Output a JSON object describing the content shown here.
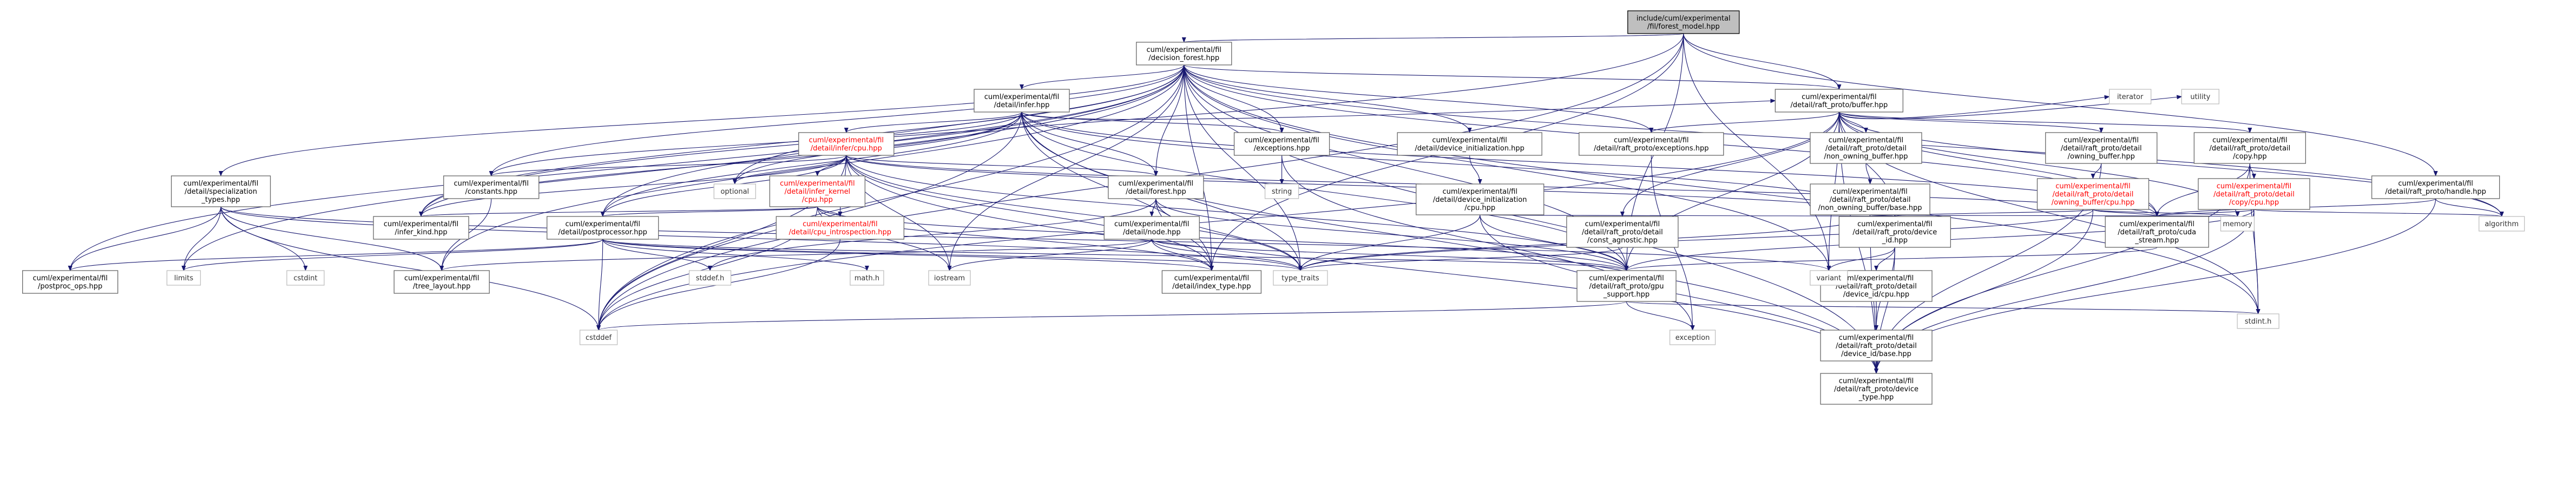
{
  "title": "include/cuml/experimental/fil/forest_model.hpp",
  "colors": {
    "edge": "#191970",
    "root_fill": "#bfbfbf",
    "node_border": "#666666",
    "missing_text": "#ff0000"
  },
  "nodes": [
    {
      "id": "root",
      "lines": [
        "include/cuml/experimental",
        "/fil/forest_model.hpp"
      ],
      "kind": "root"
    },
    {
      "id": "decision_forest",
      "lines": [
        "cuml/experimental/fil",
        "/decision_forest.hpp"
      ]
    },
    {
      "id": "infer",
      "lines": [
        "cuml/experimental/fil",
        "/detail/infer.hpp"
      ]
    },
    {
      "id": "raft_buffer",
      "lines": [
        "cuml/experimental/fil",
        "/detail/raft_proto/buffer.hpp"
      ]
    },
    {
      "id": "spec_types",
      "lines": [
        "cuml/experimental/fil",
        "/detail/specialization",
        "_types.hpp"
      ]
    },
    {
      "id": "infer_cpu",
      "lines": [
        "cuml/experimental/fil",
        "/detail/infer/cpu.hpp"
      ],
      "kind": "missing"
    },
    {
      "id": "exceptions",
      "lines": [
        "cuml/experimental/fil",
        "/exceptions.hpp"
      ]
    },
    {
      "id": "dev_init",
      "lines": [
        "cuml/experimental/fil",
        "/detail/device_initialization.hpp"
      ]
    },
    {
      "id": "rp_exceptions",
      "lines": [
        "cuml/experimental/fil",
        "/detail/raft_proto/exceptions.hpp"
      ]
    },
    {
      "id": "non_owning",
      "lines": [
        "cuml/experimental/fil",
        "/detail/raft_proto/detail",
        "/non_owning_buffer.hpp"
      ]
    },
    {
      "id": "owning_buffer",
      "lines": [
        "cuml/experimental/fil",
        "/detail/raft_proto/detail",
        "/owning_buffer.hpp"
      ]
    },
    {
      "id": "copy",
      "lines": [
        "cuml/experimental/fil",
        "/detail/raft_proto/detail",
        "/copy.hpp"
      ]
    },
    {
      "id": "handle",
      "lines": [
        "cuml/experimental/fil",
        "/detail/raft_proto/handle.hpp"
      ]
    },
    {
      "id": "constants",
      "lines": [
        "cuml/experimental/fil",
        "/constants.hpp"
      ]
    },
    {
      "id": "infer_kernel_cpu",
      "lines": [
        "cuml/experimental/fil",
        "/detail/infer_kernel",
        "/cpu.hpp"
      ],
      "kind": "missing"
    },
    {
      "id": "forest",
      "lines": [
        "cuml/experimental/fil",
        "/detail/forest.hpp"
      ]
    },
    {
      "id": "dev_init_cpu",
      "lines": [
        "cuml/experimental/fil",
        "/detail/device_initialization",
        "/cpu.hpp"
      ]
    },
    {
      "id": "non_owning_base",
      "lines": [
        "cuml/experimental/fil",
        "/detail/raft_proto/detail",
        "/non_owning_buffer/base.hpp"
      ]
    },
    {
      "id": "owning_cpu",
      "lines": [
        "cuml/experimental/fil",
        "/detail/raft_proto/detail",
        "/owning_buffer/cpu.hpp"
      ],
      "kind": "missing"
    },
    {
      "id": "copy_cpu",
      "lines": [
        "cuml/experimental/fil",
        "/detail/raft_proto/detail",
        "/copy/cpu.hpp"
      ],
      "kind": "missing"
    },
    {
      "id": "infer_kind",
      "lines": [
        "cuml/experimental/fil",
        "/infer_kind.hpp"
      ]
    },
    {
      "id": "postprocessor",
      "lines": [
        "cuml/experimental/fil",
        "/detail/postprocessor.hpp"
      ]
    },
    {
      "id": "cpu_introspection",
      "lines": [
        "cuml/experimental/fil",
        "/detail/cpu_introspection.hpp"
      ],
      "kind": "missing"
    },
    {
      "id": "node",
      "lines": [
        "cuml/experimental/fil",
        "/detail/node.hpp"
      ]
    },
    {
      "id": "const_agnostic",
      "lines": [
        "cuml/experimental/fil",
        "/detail/raft_proto/detail",
        "/const_agnostic.hpp"
      ]
    },
    {
      "id": "device_id",
      "lines": [
        "cuml/experimental/fil",
        "/detail/raft_proto/device",
        "_id.hpp"
      ]
    },
    {
      "id": "cuda_stream",
      "lines": [
        "cuml/experimental/fil",
        "/detail/raft_proto/cuda",
        "_stream.hpp"
      ]
    },
    {
      "id": "postproc_ops",
      "lines": [
        "cuml/experimental/fil",
        "/postproc_ops.hpp"
      ]
    },
    {
      "id": "tree_layout",
      "lines": [
        "cuml/experimental/fil",
        "/tree_layout.hpp"
      ]
    },
    {
      "id": "index_type",
      "lines": [
        "cuml/experimental/fil",
        "/detail/index_type.hpp"
      ]
    },
    {
      "id": "gpu_support",
      "lines": [
        "cuml/experimental/fil",
        "/detail/raft_proto/gpu",
        "_support.hpp"
      ]
    },
    {
      "id": "device_id_cpu",
      "lines": [
        "cuml/experimental/fil",
        "/detail/raft_proto/detail",
        "/device_id/cpu.hpp"
      ]
    },
    {
      "id": "device_id_base",
      "lines": [
        "cuml/experimental/fil",
        "/detail/raft_proto/detail",
        "/device_id/base.hpp"
      ]
    },
    {
      "id": "device_type",
      "lines": [
        "cuml/experimental/fil",
        "/detail/raft_proto/device",
        "_type.hpp"
      ]
    },
    {
      "id": "sys_iterator",
      "lines": [
        "iterator"
      ],
      "kind": "sys"
    },
    {
      "id": "sys_utility",
      "lines": [
        "utility"
      ],
      "kind": "sys"
    },
    {
      "id": "sys_string",
      "lines": [
        "string"
      ],
      "kind": "sys"
    },
    {
      "id": "sys_optional",
      "lines": [
        "optional"
      ],
      "kind": "sys"
    },
    {
      "id": "sys_memory",
      "lines": [
        "memory"
      ],
      "kind": "sys"
    },
    {
      "id": "sys_algorithm",
      "lines": [
        "algorithm"
      ],
      "kind": "sys"
    },
    {
      "id": "sys_limits",
      "lines": [
        "limits"
      ],
      "kind": "sys"
    },
    {
      "id": "sys_cstdint",
      "lines": [
        "cstdint"
      ],
      "kind": "sys"
    },
    {
      "id": "sys_mathh",
      "lines": [
        "math.h"
      ],
      "kind": "sys"
    },
    {
      "id": "sys_stddefh",
      "lines": [
        "stddef.h"
      ],
      "kind": "sys"
    },
    {
      "id": "sys_iostream",
      "lines": [
        "iostream"
      ],
      "kind": "sys"
    },
    {
      "id": "sys_type_traits",
      "lines": [
        "type_traits"
      ],
      "kind": "sys"
    },
    {
      "id": "sys_variant",
      "lines": [
        "variant"
      ],
      "kind": "sys"
    },
    {
      "id": "sys_stdinth",
      "lines": [
        "stdint.h"
      ],
      "kind": "sys"
    },
    {
      "id": "sys_cstddef",
      "lines": [
        "cstddef"
      ],
      "kind": "sys"
    },
    {
      "id": "sys_exception",
      "lines": [
        "exception"
      ],
      "kind": "sys"
    }
  ],
  "edges": [
    [
      "root",
      "decision_forest"
    ],
    [
      "root",
      "raft_buffer"
    ],
    [
      "root",
      "sys_cstddef"
    ],
    [
      "root",
      "gpu_support"
    ],
    [
      "root",
      "sys_variant"
    ],
    [
      "root",
      "index_type"
    ],
    [
      "root",
      "infer_kind"
    ],
    [
      "root",
      "handle"
    ],
    [
      "decision_forest",
      "infer"
    ],
    [
      "decision_forest",
      "spec_types"
    ],
    [
      "decision_forest",
      "exceptions"
    ],
    [
      "decision_forest",
      "dev_init"
    ],
    [
      "decision_forest",
      "rp_exceptions"
    ],
    [
      "decision_forest",
      "constants"
    ],
    [
      "decision_forest",
      "forest"
    ],
    [
      "decision_forest",
      "postprocessor"
    ],
    [
      "decision_forest",
      "postproc_ops"
    ],
    [
      "decision_forest",
      "tree_layout"
    ],
    [
      "decision_forest",
      "sys_optional"
    ],
    [
      "decision_forest",
      "sys_limits"
    ],
    [
      "decision_forest",
      "sys_type_traits"
    ],
    [
      "decision_forest",
      "sys_variant"
    ],
    [
      "decision_forest",
      "sys_stdinth"
    ],
    [
      "decision_forest",
      "sys_cstddef"
    ],
    [
      "decision_forest",
      "raft_buffer"
    ],
    [
      "decision_forest",
      "cuda_stream"
    ],
    [
      "decision_forest",
      "device_type"
    ],
    [
      "decision_forest",
      "sys_algorithm"
    ],
    [
      "decision_forest",
      "infer_kind"
    ],
    [
      "decision_forest",
      "gpu_support"
    ],
    [
      "decision_forest",
      "index_type"
    ],
    [
      "decision_forest",
      "sys_iostream"
    ],
    [
      "infer",
      "infer_cpu"
    ],
    [
      "infer",
      "exceptions"
    ],
    [
      "infer",
      "sys_optional"
    ],
    [
      "infer",
      "constants"
    ],
    [
      "infer",
      "forest"
    ],
    [
      "infer",
      "postprocessor"
    ],
    [
      "infer",
      "infer_kind"
    ],
    [
      "infer",
      "sys_type_traits"
    ],
    [
      "infer",
      "sys_cstddef"
    ],
    [
      "infer",
      "index_type"
    ],
    [
      "infer",
      "gpu_support"
    ],
    [
      "infer",
      "device_id"
    ],
    [
      "infer",
      "device_type"
    ],
    [
      "infer",
      "cuda_stream"
    ],
    [
      "infer",
      "raft_buffer"
    ],
    [
      "raft_buffer",
      "rp_exceptions"
    ],
    [
      "raft_buffer",
      "non_owning"
    ],
    [
      "raft_buffer",
      "owning_buffer"
    ],
    [
      "raft_buffer",
      "copy"
    ],
    [
      "raft_buffer",
      "const_agnostic"
    ],
    [
      "raft_buffer",
      "device_id"
    ],
    [
      "raft_buffer",
      "cuda_stream"
    ],
    [
      "raft_buffer",
      "device_type"
    ],
    [
      "raft_buffer",
      "gpu_support"
    ],
    [
      "raft_buffer",
      "sys_iterator"
    ],
    [
      "raft_buffer",
      "sys_utility"
    ],
    [
      "raft_buffer",
      "sys_memory"
    ],
    [
      "raft_buffer",
      "sys_variant"
    ],
    [
      "raft_buffer",
      "sys_stdinth"
    ],
    [
      "raft_buffer",
      "sys_algorithm"
    ],
    [
      "raft_buffer",
      "sys_cstddef"
    ],
    [
      "spec_types",
      "postproc_ops"
    ],
    [
      "spec_types",
      "tree_layout"
    ],
    [
      "spec_types",
      "sys_limits"
    ],
    [
      "spec_types",
      "sys_cstdint"
    ],
    [
      "spec_types",
      "sys_type_traits"
    ],
    [
      "spec_types",
      "sys_variant"
    ],
    [
      "spec_types",
      "sys_cstddef"
    ],
    [
      "infer_cpu",
      "infer_kernel_cpu"
    ],
    [
      "infer_cpu",
      "forest"
    ],
    [
      "infer_cpu",
      "postprocessor"
    ],
    [
      "infer_cpu",
      "constants"
    ],
    [
      "infer_cpu",
      "infer_kind"
    ],
    [
      "infer_cpu",
      "sys_optional"
    ],
    [
      "infer_cpu",
      "cpu_introspection"
    ],
    [
      "infer_cpu",
      "index_type"
    ],
    [
      "infer_cpu",
      "gpu_support"
    ],
    [
      "infer_cpu",
      "device_id"
    ],
    [
      "infer_cpu",
      "device_type"
    ],
    [
      "infer_cpu",
      "cuda_stream"
    ],
    [
      "infer_cpu",
      "sys_cstddef"
    ],
    [
      "infer_cpu",
      "sys_type_traits"
    ],
    [
      "infer_cpu",
      "sys_iostream"
    ],
    [
      "exceptions",
      "sys_string"
    ],
    [
      "exceptions",
      "sys_exception"
    ],
    [
      "dev_init",
      "dev_init_cpu"
    ],
    [
      "rp_exceptions",
      "sys_exception"
    ],
    [
      "non_owning",
      "non_owning_base"
    ],
    [
      "owning_buffer",
      "owning_cpu"
    ],
    [
      "owning_buffer",
      "device_type"
    ],
    [
      "copy",
      "copy_cpu"
    ],
    [
      "copy",
      "cuda_stream"
    ],
    [
      "copy",
      "device_type"
    ],
    [
      "copy",
      "sys_stdinth"
    ],
    [
      "handle",
      "cuda_stream"
    ],
    [
      "handle",
      "device_type"
    ],
    [
      "handle",
      "sys_algorithm"
    ],
    [
      "constants",
      "tree_layout"
    ],
    [
      "infer_kernel_cpu",
      "postprocessor"
    ],
    [
      "infer_kernel_cpu",
      "cpu_introspection"
    ],
    [
      "infer_kernel_cpu",
      "sys_iostream"
    ],
    [
      "infer_kernel_cpu",
      "sys_cstddef"
    ],
    [
      "infer_kernel_cpu",
      "infer_kind"
    ],
    [
      "infer_kernel_cpu",
      "index_type"
    ],
    [
      "infer_kernel_cpu",
      "gpu_support"
    ],
    [
      "forest",
      "node"
    ],
    [
      "forest",
      "index_type"
    ],
    [
      "forest",
      "gpu_support"
    ],
    [
      "forest",
      "sys_type_traits"
    ],
    [
      "forest",
      "sys_stddefh"
    ],
    [
      "dev_init_cpu",
      "device_id"
    ],
    [
      "dev_init_cpu",
      "gpu_support"
    ],
    [
      "dev_init_cpu",
      "device_type"
    ],
    [
      "dev_init_cpu",
      "sys_type_traits"
    ],
    [
      "non_owning_base",
      "device_id"
    ],
    [
      "non_owning_base",
      "device_type"
    ],
    [
      "non_owning_base",
      "sys_memory"
    ],
    [
      "non_owning_base",
      "sys_type_traits"
    ],
    [
      "owning_cpu",
      "cuda_stream"
    ],
    [
      "owning_cpu",
      "device_id"
    ],
    [
      "owning_cpu",
      "device_type"
    ],
    [
      "owning_cpu",
      "sys_memory"
    ],
    [
      "owning_cpu",
      "sys_type_traits"
    ],
    [
      "copy_cpu",
      "cuda_stream"
    ],
    [
      "copy_cpu",
      "device_type"
    ],
    [
      "copy_cpu",
      "gpu_support"
    ],
    [
      "copy_cpu",
      "sys_stdinth"
    ],
    [
      "copy_cpu",
      "sys_algorithm"
    ],
    [
      "postprocessor",
      "postproc_ops"
    ],
    [
      "postprocessor",
      "index_type"
    ],
    [
      "postprocessor",
      "gpu_support"
    ],
    [
      "postprocessor",
      "sys_type_traits"
    ],
    [
      "postprocessor",
      "sys_limits"
    ],
    [
      "postprocessor",
      "sys_mathh"
    ],
    [
      "postprocessor",
      "sys_stddefh"
    ],
    [
      "postprocessor",
      "sys_cstddef"
    ],
    [
      "cpu_introspection",
      "sys_cstddef"
    ],
    [
      "node",
      "index_type"
    ],
    [
      "node",
      "gpu_support"
    ],
    [
      "node",
      "tree_layout"
    ],
    [
      "node",
      "sys_iostream"
    ],
    [
      "node",
      "sys_type_traits"
    ],
    [
      "const_agnostic",
      "sys_type_traits"
    ],
    [
      "device_id",
      "device_id_cpu"
    ],
    [
      "device_id",
      "device_id_base"
    ],
    [
      "device_id",
      "device_type"
    ],
    [
      "device_id",
      "sys_variant"
    ],
    [
      "cuda_stream",
      "gpu_support"
    ],
    [
      "gpu_support",
      "sys_cstddef"
    ],
    [
      "gpu_support",
      "sys_stdinth"
    ],
    [
      "gpu_support",
      "sys_exception"
    ],
    [
      "device_id_cpu",
      "device_id_base"
    ],
    [
      "device_id_cpu",
      "device_type"
    ],
    [
      "device_id_base",
      "device_type"
    ]
  ]
}
